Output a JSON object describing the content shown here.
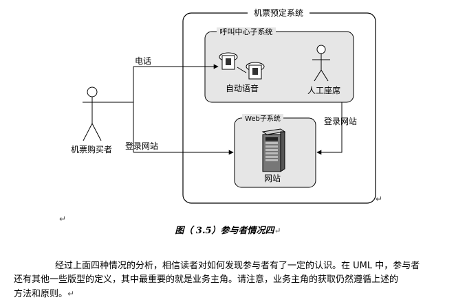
{
  "diagram": {
    "system_title": "机票预定系统",
    "call_center_title": "呼叫中心子系统",
    "web_subsystem_title": "Web子系统",
    "actor_buyer": "机票购买者",
    "actor_agent": "人工座席",
    "phone_label": "电话",
    "login_label_left": "登录网站",
    "login_label_right": "登录网站",
    "voice_label": "自动语音",
    "website_label": "网站"
  },
  "document": {
    "caption": "图（ 3.5）参与者情况四",
    "paragraph_line1": "经过上面四种情况的分析，相信读者对如何发现参与者有了一定的认识。在 UML 中，参与者",
    "paragraph_line2": "还有其他一些版型的定义，其中最重要的就是业务主角。请注意，业务主角的获取仍然遵循上述的",
    "paragraph_line3": "方法和原则。",
    "paragraph_mark": "↵",
    "caption_mark": "↵"
  }
}
